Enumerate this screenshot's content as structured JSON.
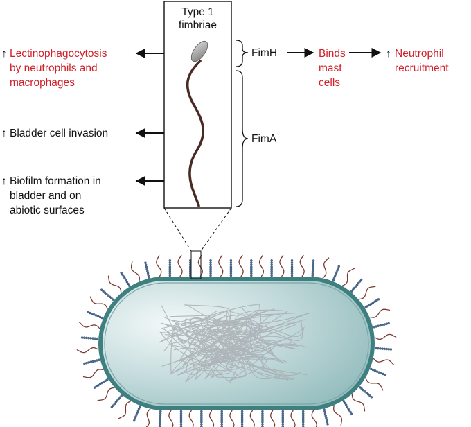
{
  "inset": {
    "title_line1": "Type 1",
    "title_line2": "fimbriae"
  },
  "left_effects": [
    {
      "lines": [
        "Lectinophagocytosis",
        "by neutrophils and",
        "macrophages"
      ],
      "color": "#d0202a"
    },
    {
      "lines": [
        "Bladder cell invasion"
      ],
      "color": "#111111"
    },
    {
      "lines": [
        "Biofilm formation in",
        "bladder and on",
        "abiotic surfaces"
      ],
      "color": "#111111"
    }
  ],
  "components": {
    "fimh": "FimH",
    "fima": "FimA"
  },
  "right_chain": {
    "binds_lines": [
      "Binds",
      "mast",
      "cells"
    ],
    "neutrophil_lines": [
      "Neutrophil",
      "recruitment"
    ],
    "color": "#d0202a"
  },
  "up_arrow_glyph": "↑",
  "colors": {
    "highlight": "#d0202a",
    "text": "#111111",
    "fimbria": "#4a2a24",
    "cell_fill": "#9fc2c3",
    "cell_border": "#3e7f80",
    "pili_blue": "#4d6d93",
    "pili_brown": "#7a3a34"
  }
}
